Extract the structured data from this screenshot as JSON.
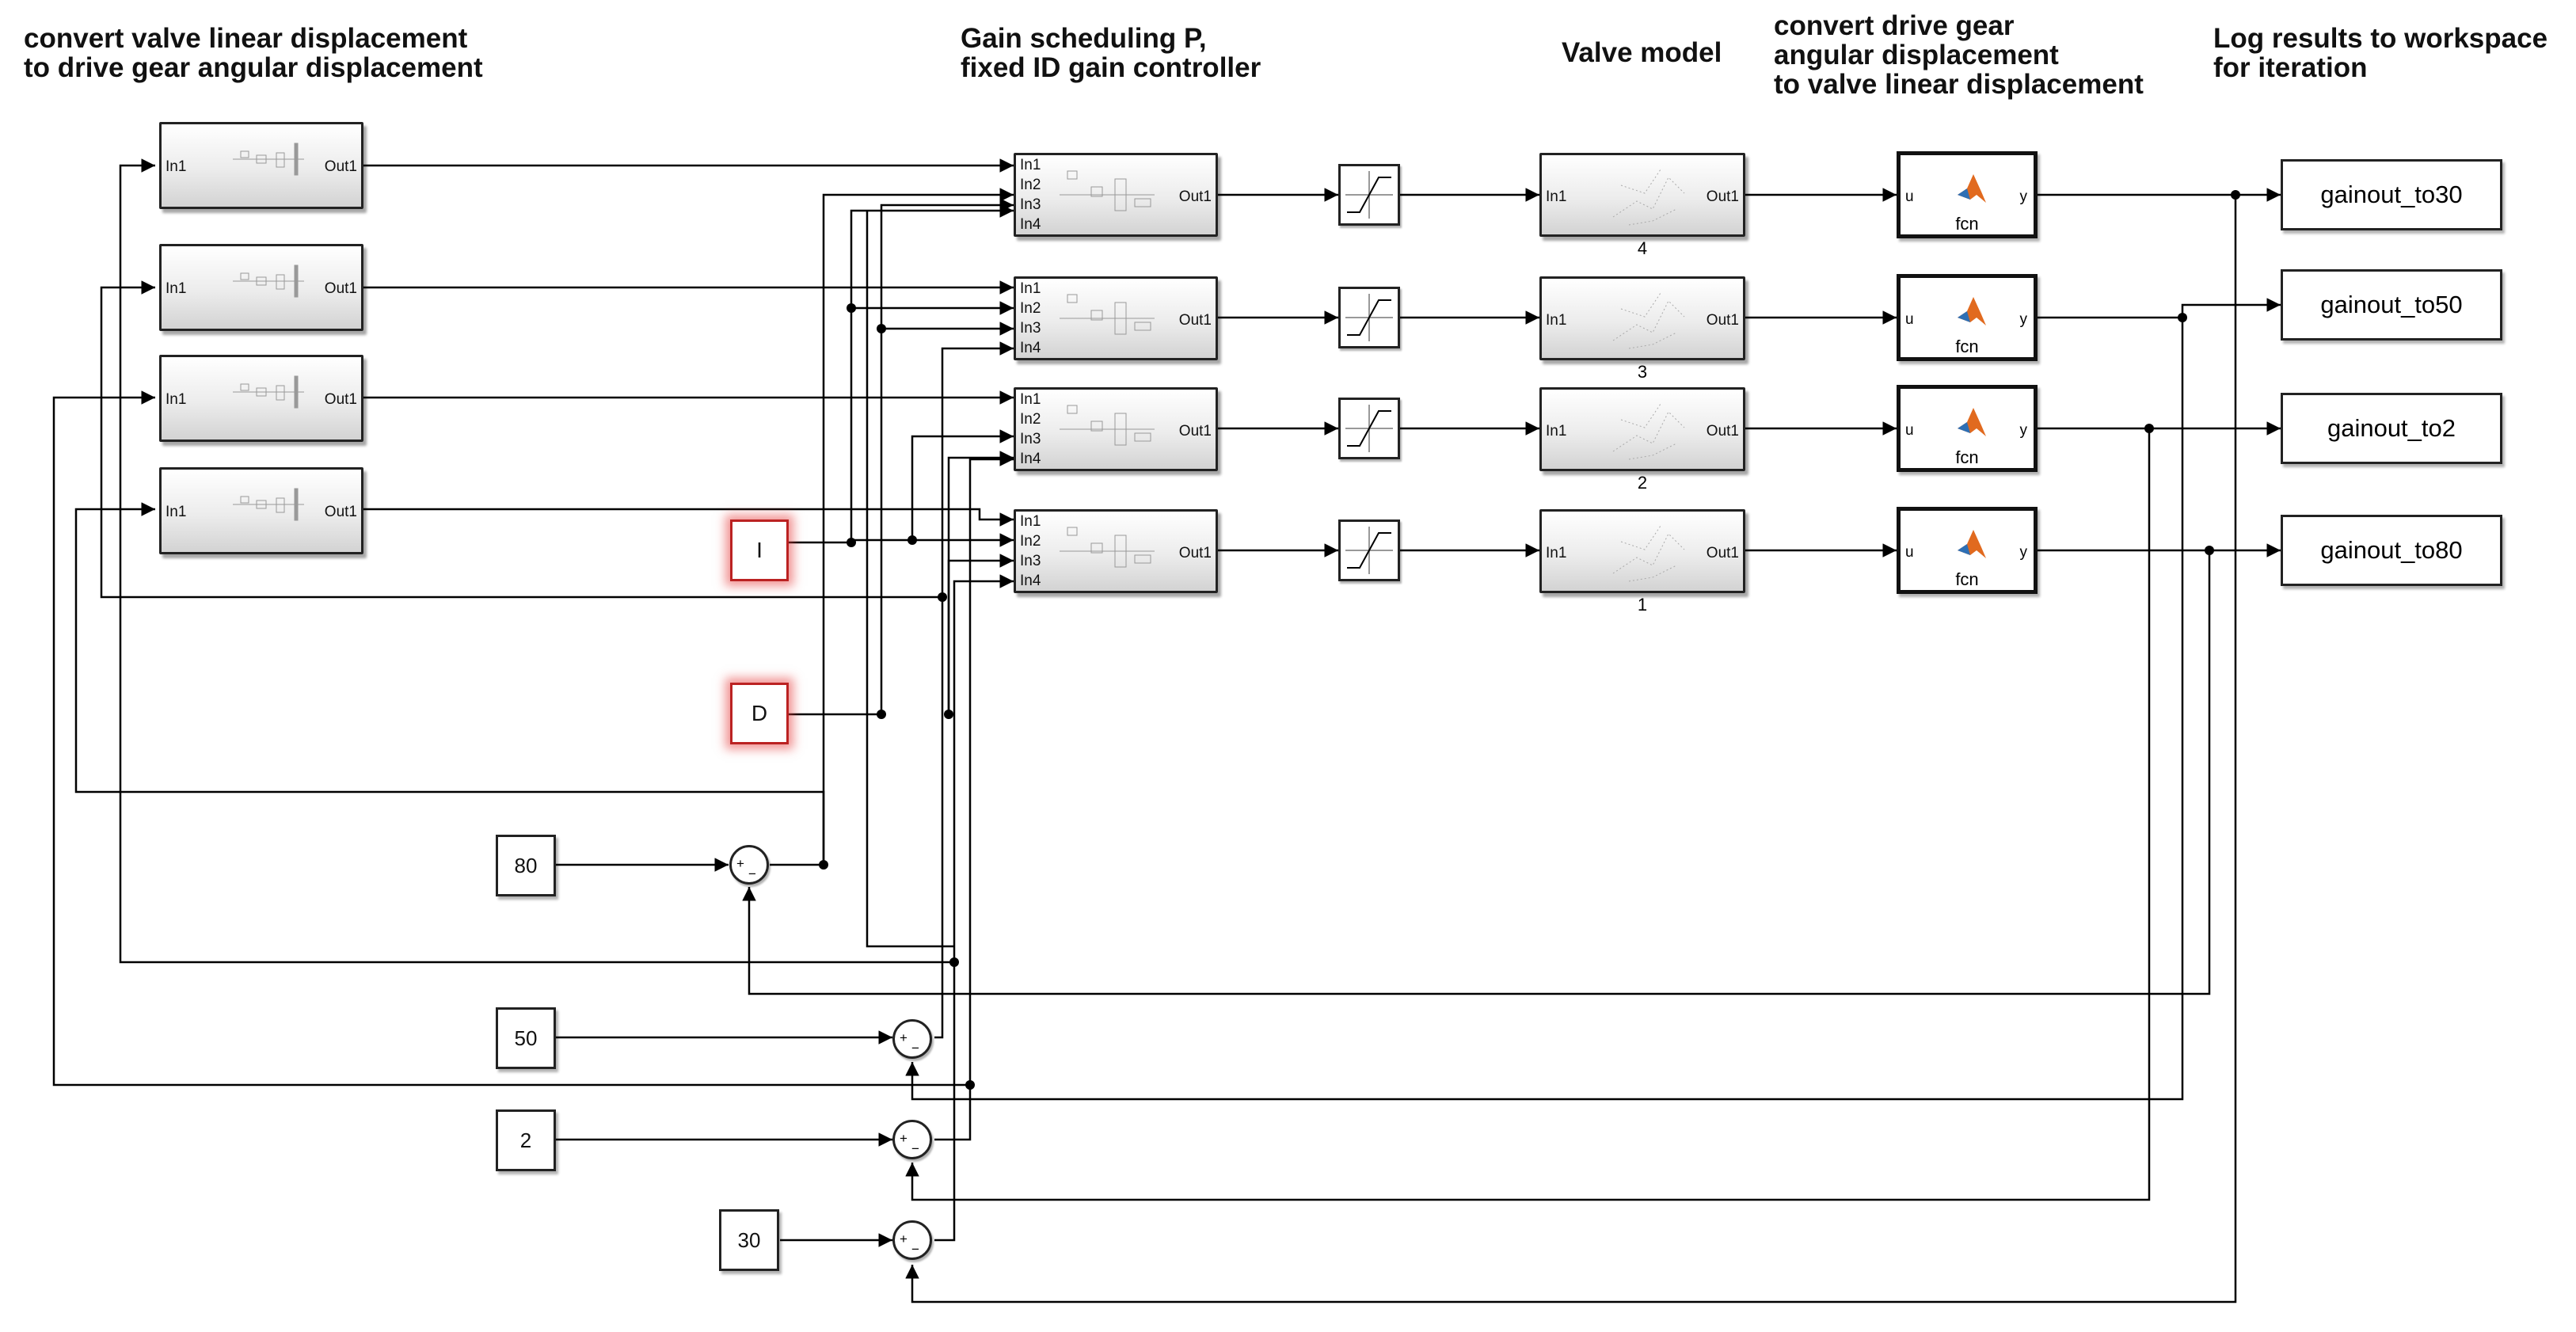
{
  "annotations": {
    "convert_linear": [
      "convert valve linear displacement",
      "to drive gear angular displacement"
    ],
    "controller": [
      "Gain scheduling P,",
      "fixed ID gain controller"
    ],
    "valve_model": [
      "Valve model"
    ],
    "convert_gear": [
      "convert drive gear",
      "angular displacement",
      "to valve linear displacement"
    ],
    "log_results": [
      "Log results to workspace",
      "for iteration"
    ]
  },
  "conversion_subsystems": {
    "in_port": "In1",
    "out_port": "Out1",
    "count": 4
  },
  "controllers": {
    "in_ports": [
      "In1",
      "In2",
      "In3",
      "In4"
    ],
    "out_port": "Out1",
    "count": 4
  },
  "valve_models": {
    "in_port": "In1",
    "out_port": "Out1",
    "labels": [
      "4",
      "3",
      "2",
      "1"
    ]
  },
  "matlab_functions": {
    "in_port": "u",
    "out_port": "y",
    "name": "fcn",
    "count": 4
  },
  "gain_blocks": {
    "i_label": "I",
    "d_label": "D"
  },
  "constants": [
    "80",
    "50",
    "2",
    "30"
  ],
  "sum_signs": {
    "plus": "+",
    "minus": "−"
  },
  "to_workspace": [
    "gainout_to30",
    "gainout_to50",
    "gainout_to2",
    "gainout_to80"
  ],
  "colors": {
    "line": "#000000",
    "highlight": "#e33b3b",
    "matlab_orange": "#e16a1f",
    "matlab_blue": "#2e6fb4"
  }
}
